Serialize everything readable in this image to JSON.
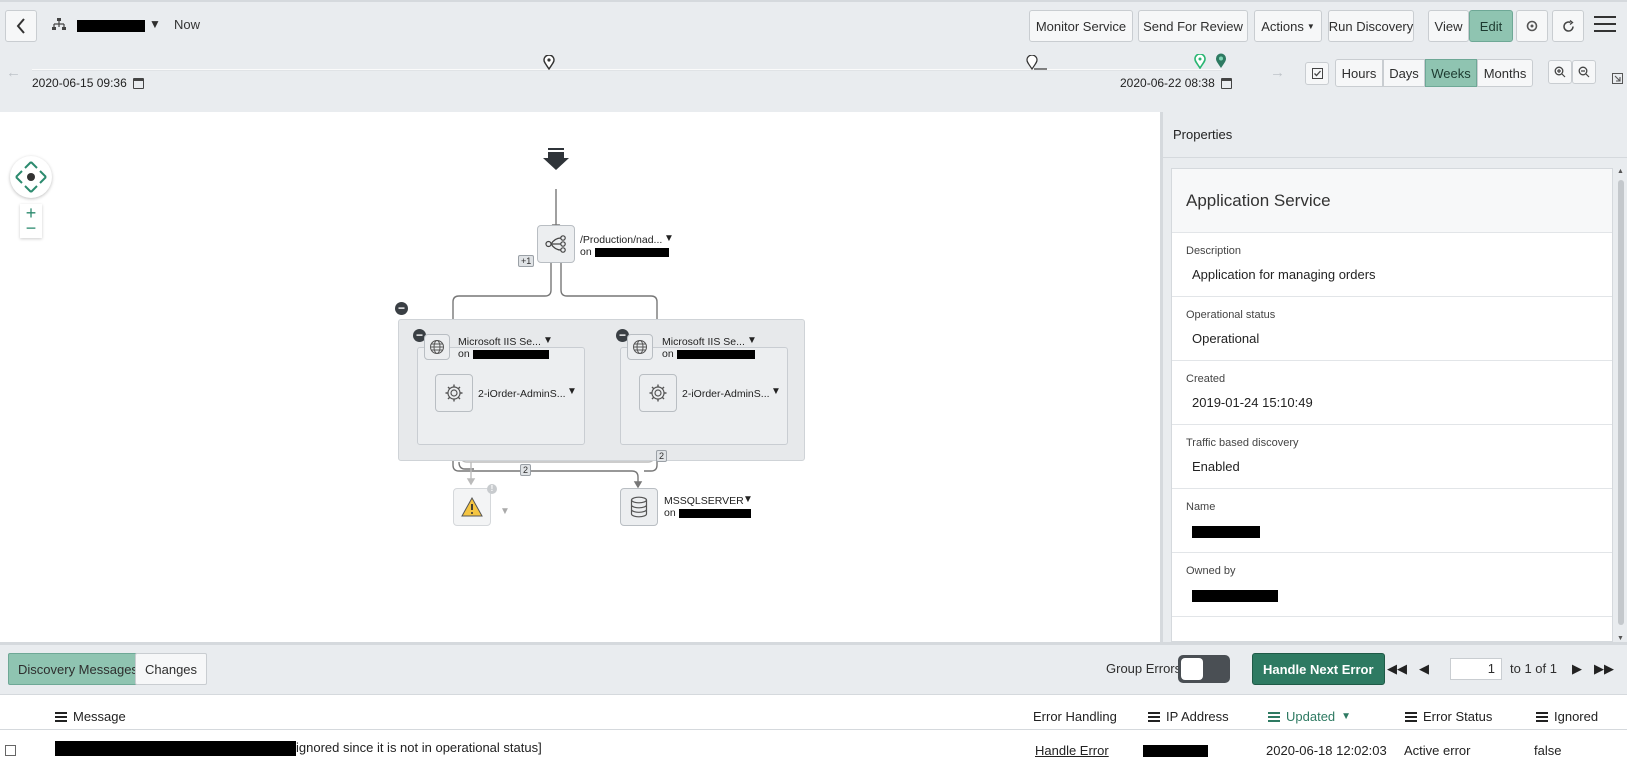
{
  "header": {
    "now_label": "Now",
    "buttons": {
      "monitor_service": "Monitor Service",
      "send_for_review": "Send For Review",
      "actions": "Actions",
      "run_discovery": "Run Discovery",
      "view": "View",
      "edit": "Edit"
    }
  },
  "timeline": {
    "start_date": "2020-06-15 09:36",
    "end_date": "2020-06-22 08:38",
    "ranges": [
      "Hours",
      "Days",
      "Weeks",
      "Months"
    ],
    "selected_range": "Weeks"
  },
  "map": {
    "top_node": {
      "label": "/Production/nad...",
      "on": "on",
      "badge": "+1"
    },
    "iis_left": {
      "label": "Microsoft IIS Se...",
      "on": "on"
    },
    "iis_right": {
      "label": "Microsoft IIS Se...",
      "on": "on"
    },
    "app_left": {
      "label": "2-iOrder-AdminS..."
    },
    "app_right": {
      "label": "2-iOrder-AdminS..."
    },
    "edge_badge_left": "2",
    "edge_badge_right": "2",
    "warning_badge": "!",
    "db_node": {
      "label": "MSSQLSERVER",
      "on": "on"
    }
  },
  "properties": {
    "header": "Properties",
    "card_title": "Application Service",
    "fields": [
      {
        "label": "Description",
        "value": "Application for managing orders"
      },
      {
        "label": "Operational status",
        "value": "Operational"
      },
      {
        "label": "Created",
        "value": "2019-01-24 15:10:49"
      },
      {
        "label": "Traffic based discovery",
        "value": "Enabled"
      },
      {
        "label": "Name",
        "value": ""
      },
      {
        "label": "Owned by",
        "value": ""
      }
    ]
  },
  "bottom": {
    "tabs": [
      "Discovery Messages",
      "Changes"
    ],
    "active_tab": "Discovery Messages",
    "group_errors_label": "Group Errors",
    "group_errors_enabled": false,
    "handle_next_error": "Handle Next Error",
    "pagination": {
      "page": "1",
      "of_text": "to 1 of 1"
    },
    "columns": {
      "message": "Message",
      "error_handling": "Error Handling",
      "ip_address": "IP Address",
      "updated": "Updated",
      "error_status": "Error Status",
      "ignored": "Ignored"
    },
    "rows": [
      {
        "message_suffix": "ignored since it is not in operational status]",
        "error_handling": "Handle Error",
        "updated": "2020-06-18 12:02:03",
        "error_status": "Active error",
        "ignored": "false"
      }
    ]
  },
  "colors": {
    "accent": "#2e7a62",
    "active_button": "#8fc4b1",
    "toolbar_bg": "#e9ecef"
  }
}
